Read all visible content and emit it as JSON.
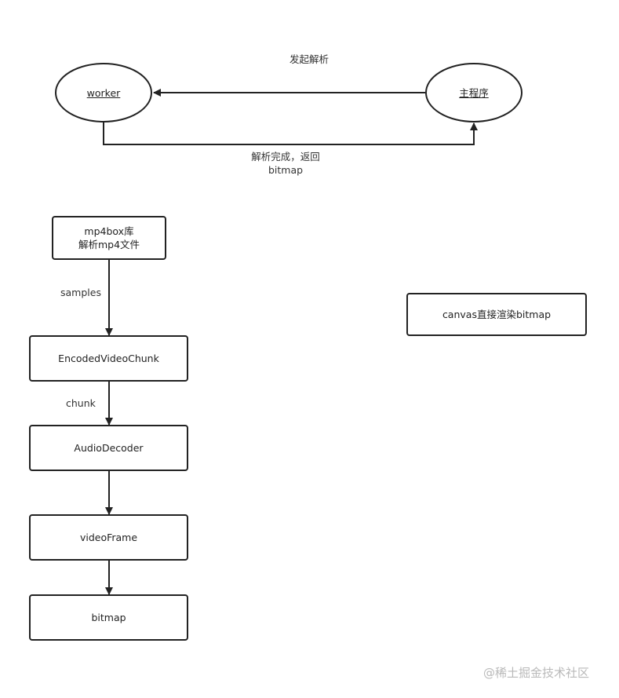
{
  "top": {
    "worker_label": "worker",
    "main_label": "主程序",
    "start_parse_label": "发起解析",
    "done_label_line1": "解析完成，返回",
    "done_label_line2": "bitmap"
  },
  "pipeline": {
    "lib_line1": "mp4box库",
    "lib_line2": "解析mp4文件",
    "samples_label": "samples",
    "encoded_chunk": "EncodedVideoChunk",
    "chunk_label": "chunk",
    "decoder": "AudioDecoder",
    "video_frame": "videoFrame",
    "bitmap": "bitmap"
  },
  "render_box": "canvas直接渲染bitmap",
  "watermark": "@稀土掘金技术社区"
}
